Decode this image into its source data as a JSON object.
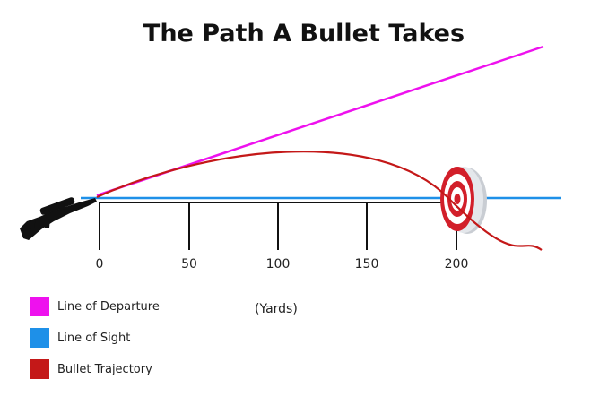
{
  "title": "The Path A Bullet Takes",
  "unit_label": "(Yards)",
  "distance_ticks": [
    "0",
    "50",
    "100",
    "150",
    "200"
  ],
  "legend": [
    {
      "label": "Line of Departure",
      "color": "#ee11ee"
    },
    {
      "label": "Line of Sight",
      "color": "#1e90e8"
    },
    {
      "label": "Bullet Trajectory",
      "color": "#c41818"
    }
  ],
  "colors": {
    "departure": "#ee11ee",
    "sight": "#1e90e8",
    "trajectory": "#c41818",
    "scale": "#111111",
    "target_red": "#d21f2a"
  },
  "icons": [
    "rifle-icon",
    "target-icon"
  ]
}
